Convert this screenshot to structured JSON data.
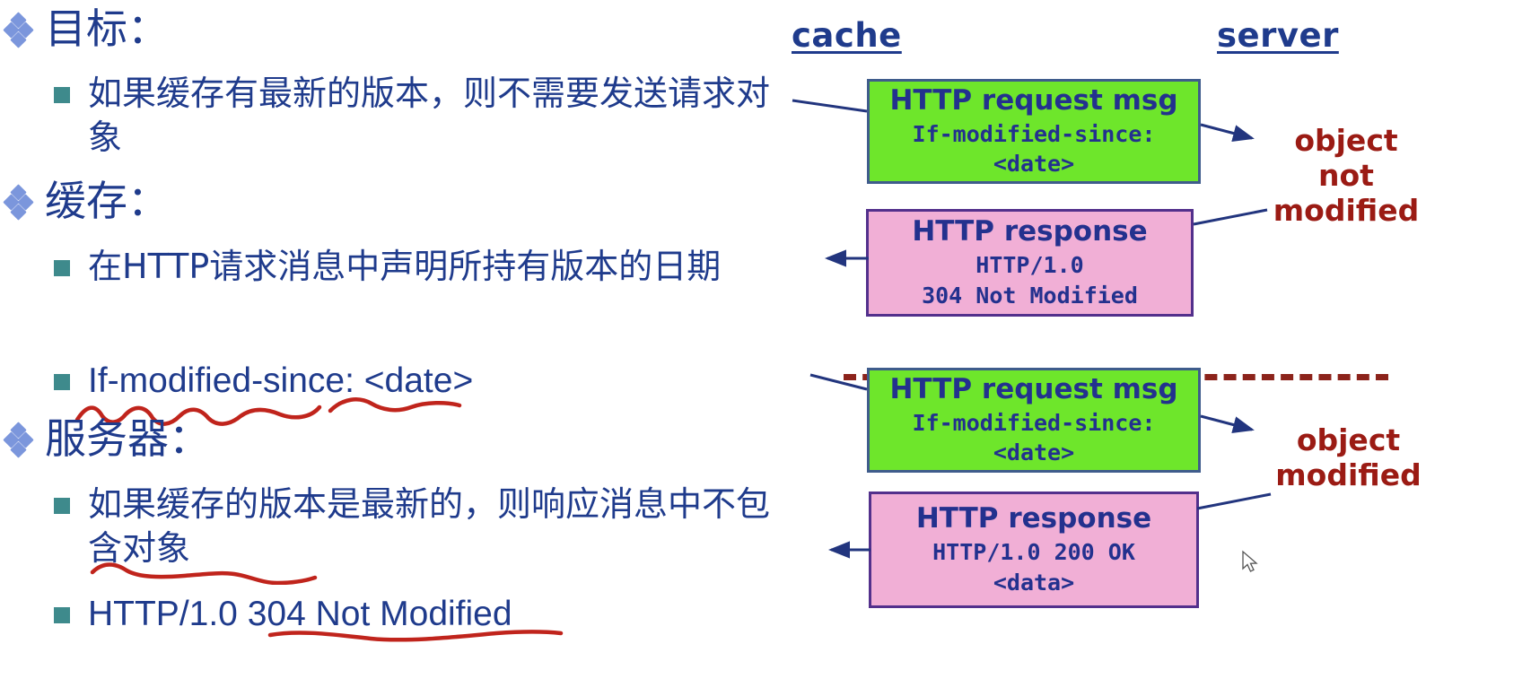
{
  "slide": {
    "left_column": {
      "sections": [
        {
          "heading": "目标：",
          "bullets": [
            "如果缓存有最新的版本，则不需要发送请求对象"
          ]
        },
        {
          "heading": "缓存：",
          "bullets": [
            "在HTTP请求消息中声明所持有版本的日期",
            "If-modified-since: <date>"
          ]
        },
        {
          "heading": "服务器：",
          "bullets": [
            "如果缓存的版本是最新的，则响应消息中不包含对象",
            "HTTP/1.0 304 Not Modified"
          ]
        }
      ]
    },
    "diagram": {
      "column_labels": {
        "cache": "cache",
        "server": "server"
      },
      "messages": [
        {
          "kind": "request",
          "color": "#6EE62B",
          "title": "HTTP request msg",
          "lines": [
            "If-modified-since:",
            "<date>"
          ]
        },
        {
          "kind": "response",
          "color": "#F1AFD6",
          "title": "HTTP response",
          "lines": [
            "HTTP/1.0",
            "304 Not Modified"
          ]
        },
        {
          "kind": "request",
          "color": "#6EE62B",
          "title": "HTTP request msg",
          "lines": [
            "If-modified-since:",
            "<date>"
          ]
        },
        {
          "kind": "response",
          "color": "#F1AFD6",
          "title": "HTTP response",
          "lines": [
            "HTTP/1.0 200 OK",
            "<data>"
          ]
        }
      ],
      "annotations": [
        {
          "text": "object\nnot\nmodified"
        },
        {
          "text": "object\nmodified"
        }
      ]
    },
    "colors": {
      "text_blue": "#1F3B8C",
      "marker_blue": "#7B96DC",
      "marker_teal": "#3E8A8C",
      "annotation_red": "#9B1B14",
      "ink_red": "#C0241C",
      "green_box": "#6EE62B",
      "pink_box": "#F1AFD6"
    }
  }
}
